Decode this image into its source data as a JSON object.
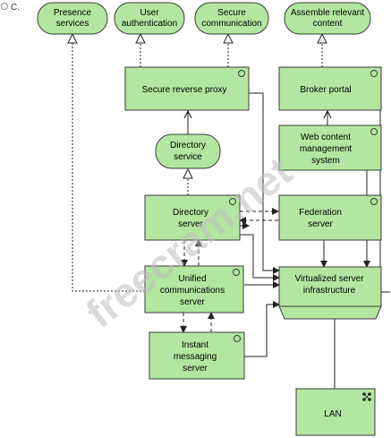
{
  "option_label": "C.",
  "watermark": "freecram.net",
  "colors": {
    "node_fill": "#b3e6a0",
    "node_stroke": "#3a3a3a",
    "line": "#222222"
  },
  "nodes": {
    "presence_services": [
      "Presence",
      "services"
    ],
    "user_authentication": [
      "User",
      "authentication"
    ],
    "secure_communication": [
      "Secure",
      "communication"
    ],
    "assemble_relevant_content": [
      "Assemble relevant",
      "content"
    ],
    "secure_reverse_proxy": [
      "Secure reverse proxy"
    ],
    "broker_portal": [
      "Broker portal"
    ],
    "directory_service": [
      "Directory",
      "service"
    ],
    "web_content_management_system": [
      "Web content",
      "management",
      "system"
    ],
    "directory_server": [
      "Directory",
      "server"
    ],
    "federation_server": [
      "Federation",
      "server"
    ],
    "unified_communications_server": [
      "Unified",
      "communications",
      "server"
    ],
    "virtualized_server_infrastructure": [
      "Virtualized server",
      "infrastructure"
    ],
    "instant_messaging_server": [
      "Instant",
      "messaging",
      "server"
    ],
    "lan": [
      "LAN"
    ]
  }
}
